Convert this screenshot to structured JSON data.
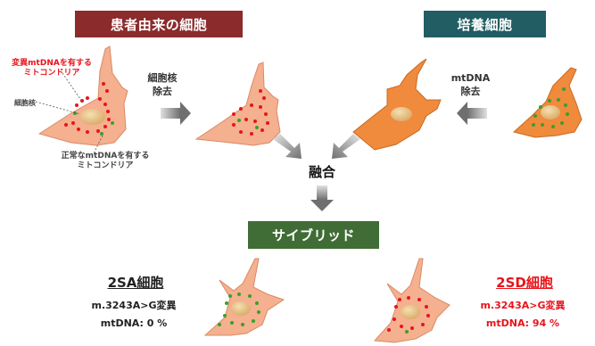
{
  "headers": {
    "patient_cells": "患者由来の細胞",
    "cultured_cells": "培養細胞",
    "cybrid": "サイブリッド"
  },
  "labels": {
    "mutant_mito_line1": "変異mtDNAを有する",
    "mutant_mito_line2": "ミトコンドリア",
    "nucleus": "細胞核",
    "normal_mito_line1": "正常なmtDNAを有する",
    "normal_mito_line2": "ミトコンドリア",
    "remove_nucleus_line1": "細胞核",
    "remove_nucleus_line2": "除去",
    "remove_mtdna_line1": "mtDNA",
    "remove_mtdna_line2": "除去",
    "fusion": "融合"
  },
  "results": {
    "sa": {
      "title": "2SA細胞",
      "mutation": "m.3243A>G変異",
      "mtdna": "mtDNA: 0 %"
    },
    "sd": {
      "title": "2SD細胞",
      "mutation": "m.3243A>G変異",
      "mtdna": "mtDNA: 94 %"
    }
  },
  "colors": {
    "patient_header": "#8b2b2b",
    "culture_header": "#215d63",
    "cybrid_header": "#3f6d35",
    "patient_cell": "#f4b08f",
    "culture_cell": "#f08a3c",
    "nucleus": "#e9c48a",
    "mutant_mito": "#e8141b",
    "normal_mito": "#3aa02a",
    "arrow": "#8c8c8c"
  }
}
